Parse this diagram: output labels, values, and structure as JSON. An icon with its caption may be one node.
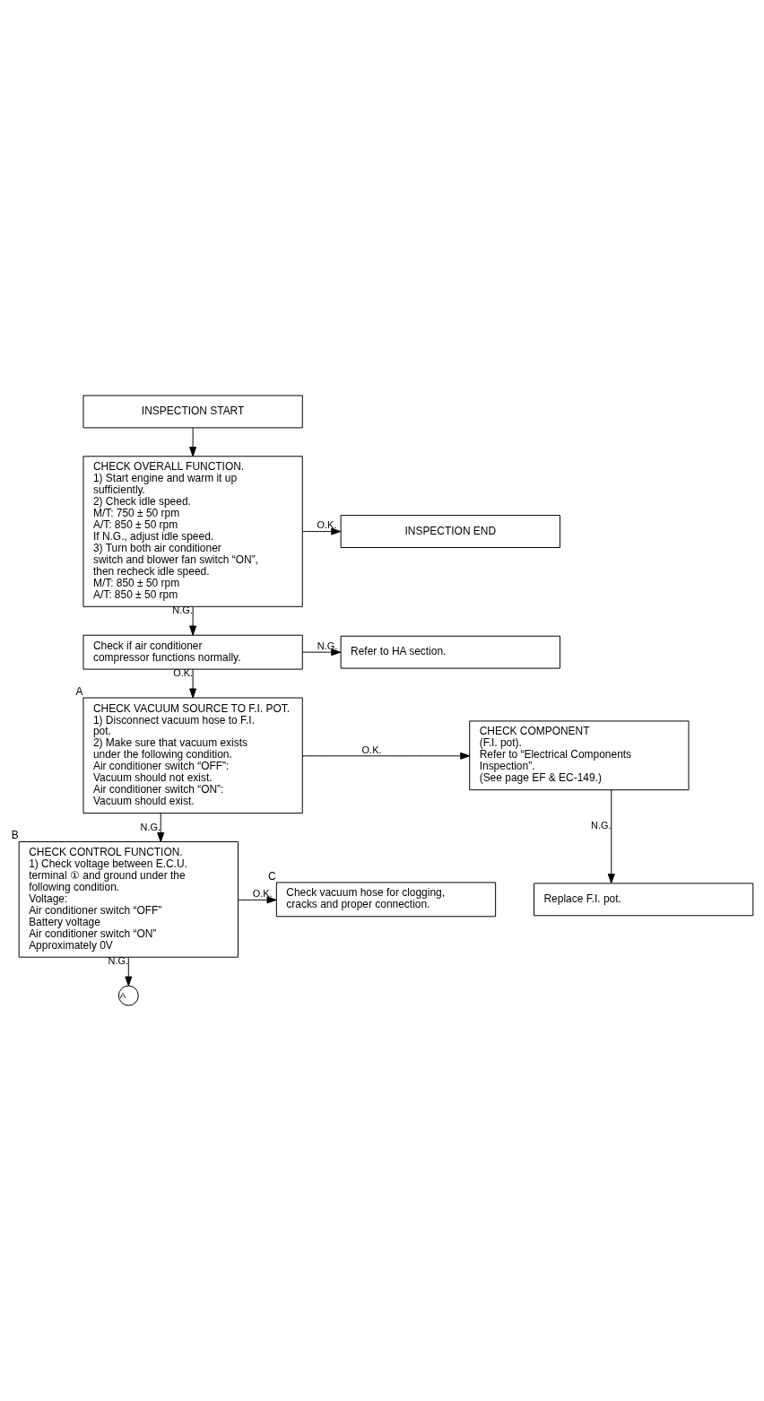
{
  "diagram": {
    "nodes": [
      {
        "text": [
          "INSPECTION START"
        ]
      },
      {
        "text": [
          "CHECK OVERALL FUNCTION.",
          "1) Start engine and warm it up sufficiently.",
          "2) Check idle speed.",
          "M/T: 750 ± 50 rpm",
          "A/T: 850 ± 50 rpm",
          "If N.G., adjust idle speed.",
          "3) Turn both air conditioner switch and blower fan switch “ON”, then recheck idle speed.",
          "M/T: 850 ± 50 rpm",
          "A/T: 850 ± 50 rpm"
        ]
      },
      {
        "text": [
          "INSPECTION END"
        ]
      },
      {
        "text": [
          "Check if air conditioner compressor functions normally."
        ]
      },
      {
        "text": [
          "Refer to HA section."
        ]
      },
      {
        "text": [
          "CHECK VACUUM SOURCE TO F.I. POT.",
          "1) Disconnect vacuum hose to F.I. pot.",
          "2) Make sure that vacuum exists under the following condition.",
          "Air conditioner switch “OFF”:",
          "Vacuum should not exist.",
          "Air conditioner switch “ON”:",
          "Vacuum should exist."
        ],
        "beside": [
          "A"
        ]
      },
      {
        "text": [
          "CHECK COMPONENT",
          "(F.I. pot).",
          "Refer to “Electrical Components Inspection”.",
          "(See page EF & EC-149.)"
        ]
      },
      {
        "text": [
          "Replace F.I. pot."
        ]
      },
      {
        "text": [
          "CHECK CONTROL FUNCTION.",
          "1) Check voltage between E.C.U. terminal ① and ground under the following condition.",
          "Voltage:",
          "Air conditioner switch “OFF”",
          "Battery voltage",
          "Air conditioner switch “ON”",
          "Approximately 0V"
        ],
        "beside": [
          "B"
        ]
      },
      {
        "text": [
          "Check vacuum hose for clogging, cracks and proper connection."
        ],
        "beside": [
          "C"
        ]
      },
      {
        "text": [
          "A"
        ]
      }
    ],
    "edges": [
      {
        "from": 0,
        "to": 1,
        "arrow": "to"
      },
      {
        "from": 1,
        "to": 2,
        "arrow": "to",
        "label": "O.K."
      },
      {
        "from": 1,
        "to": 3,
        "arrow": "to",
        "label": "N.G."
      },
      {
        "from": 3,
        "to": 4,
        "arrow": "to",
        "label": "N.G."
      },
      {
        "from": 3,
        "to": 5,
        "arrow": "to",
        "label": "O.K."
      },
      {
        "from": 5,
        "to": 6,
        "arrow": "to",
        "label": "O.K."
      },
      {
        "from": 6,
        "to": 7,
        "arrow": "to",
        "label": "N.G."
      },
      {
        "from": 5,
        "to": 8,
        "arrow": "to",
        "label": "N.G."
      },
      {
        "from": 8,
        "to": 9,
        "arrow": "to",
        "label": "O.K."
      },
      {
        "from": 8,
        "to": 10,
        "arrow": "to",
        "label": "N.G."
      }
    ]
  }
}
